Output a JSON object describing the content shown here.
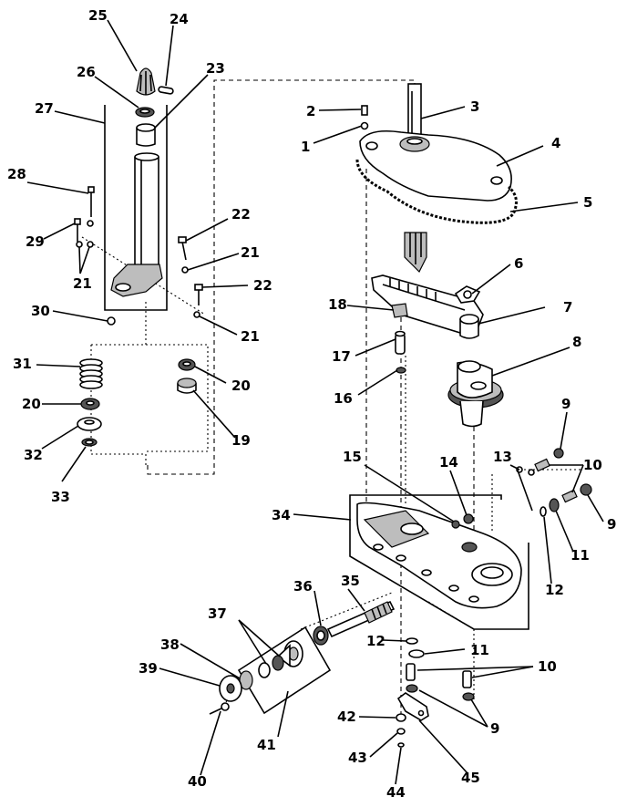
{
  "callouts": {
    "c1": "1",
    "c2": "2",
    "c3": "3",
    "c4": "4",
    "c5": "5",
    "c6": "6",
    "c7": "7",
    "c8": "8",
    "c9a": "9",
    "c9b": "9",
    "c9c": "9",
    "c10a": "10",
    "c10b": "10",
    "c11a": "11",
    "c11b": "11",
    "c12a": "12",
    "c12b": "12",
    "c13": "13",
    "c14": "14",
    "c15": "15",
    "c16": "16",
    "c17": "17",
    "c18": "18",
    "c19": "19",
    "c20a": "20",
    "c20b": "20",
    "c21a": "21",
    "c21b": "21",
    "c21c": "21",
    "c22a": "22",
    "c22b": "22",
    "c23": "23",
    "c24": "24",
    "c25": "25",
    "c26": "26",
    "c27": "27",
    "c28": "28",
    "c29": "29",
    "c30": "30",
    "c31": "31",
    "c32": "32",
    "c33": "33",
    "c34": "34",
    "c35": "35",
    "c36": "36",
    "c37": "37",
    "c38": "38",
    "c39": "39",
    "c40": "40",
    "c41": "41",
    "c42": "42",
    "c43": "43",
    "c44": "44",
    "c45": "45"
  }
}
